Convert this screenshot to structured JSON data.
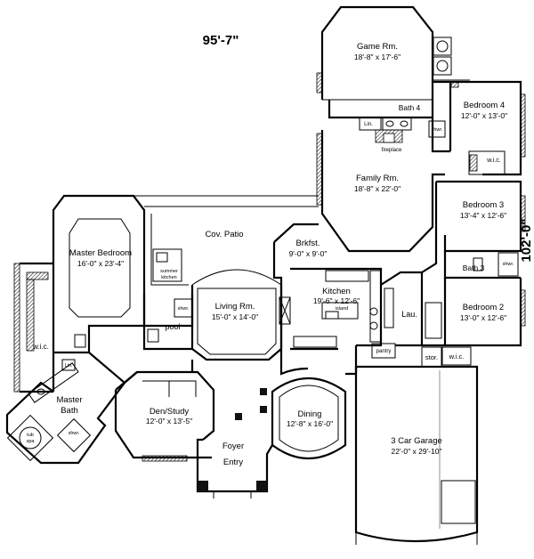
{
  "dimensions": {
    "width": "95'-7\"",
    "depth": "102'-0\""
  },
  "rooms": [
    {
      "key": "game",
      "name": "Game Rm.",
      "size": "18'-8\" x 17'-6\""
    },
    {
      "key": "bed4",
      "name": "Bedroom 4",
      "size": "12'-0\" x 13'-0\""
    },
    {
      "key": "bath4",
      "name": "Bath 4",
      "size": ""
    },
    {
      "key": "family",
      "name": "Family Rm.",
      "size": "18'-8\" x 22'-0\""
    },
    {
      "key": "bed3",
      "name": "Bedroom 3",
      "size": "13'-4\" x 12'-6\""
    },
    {
      "key": "master",
      "name": "Master Bedroom",
      "size": "16'-0\" x 23'-4\""
    },
    {
      "key": "patio",
      "name": "Cov. Patio",
      "size": ""
    },
    {
      "key": "brkfst",
      "name": "Brkfst.",
      "size": "9'-0\" x 9'-0\""
    },
    {
      "key": "living",
      "name": "Living Rm.",
      "size": "15'-0\" x 14'-0\""
    },
    {
      "key": "kitchen",
      "name": "Kitchen",
      "size": "19'-6\" x 12'-6\""
    },
    {
      "key": "bath3",
      "name": "Bath 3",
      "size": ""
    },
    {
      "key": "bed2",
      "name": "Bedroom 2",
      "size": "13'-0\" x 12'-6\""
    },
    {
      "key": "masterbath",
      "name": "Master",
      "size": "Bath"
    },
    {
      "key": "den",
      "name": "Den/Study",
      "size": "12'-0\" x 13'-5\""
    },
    {
      "key": "dining",
      "name": "Dining",
      "size": "12'-8\" x 16'-0\""
    },
    {
      "key": "garage",
      "name": "3 Car Garage",
      "size": "22'-0\" x 29'-10\""
    },
    {
      "key": "foyer",
      "name": "Foyer",
      "size": "Entry"
    }
  ],
  "small_labels": {
    "fireplace": "fireplace",
    "lin": "Lin.",
    "shwr_bath4": "shwr.",
    "wic_bed4": "w.i.c.",
    "shwr_bath3": "shwr.",
    "summer_kitchen": "summer kitchen",
    "shwr_pool": "shwr.",
    "pool": "pool",
    "island": "island",
    "lau": "Lau.",
    "pantry": "pantry",
    "stor": "stor.",
    "wic_bed2": "w.i.c.",
    "wic_master": "w.i.c.",
    "lin_master": "Lin.",
    "tub": "tub",
    "spa": "spa",
    "shwr_master": "shwr."
  }
}
